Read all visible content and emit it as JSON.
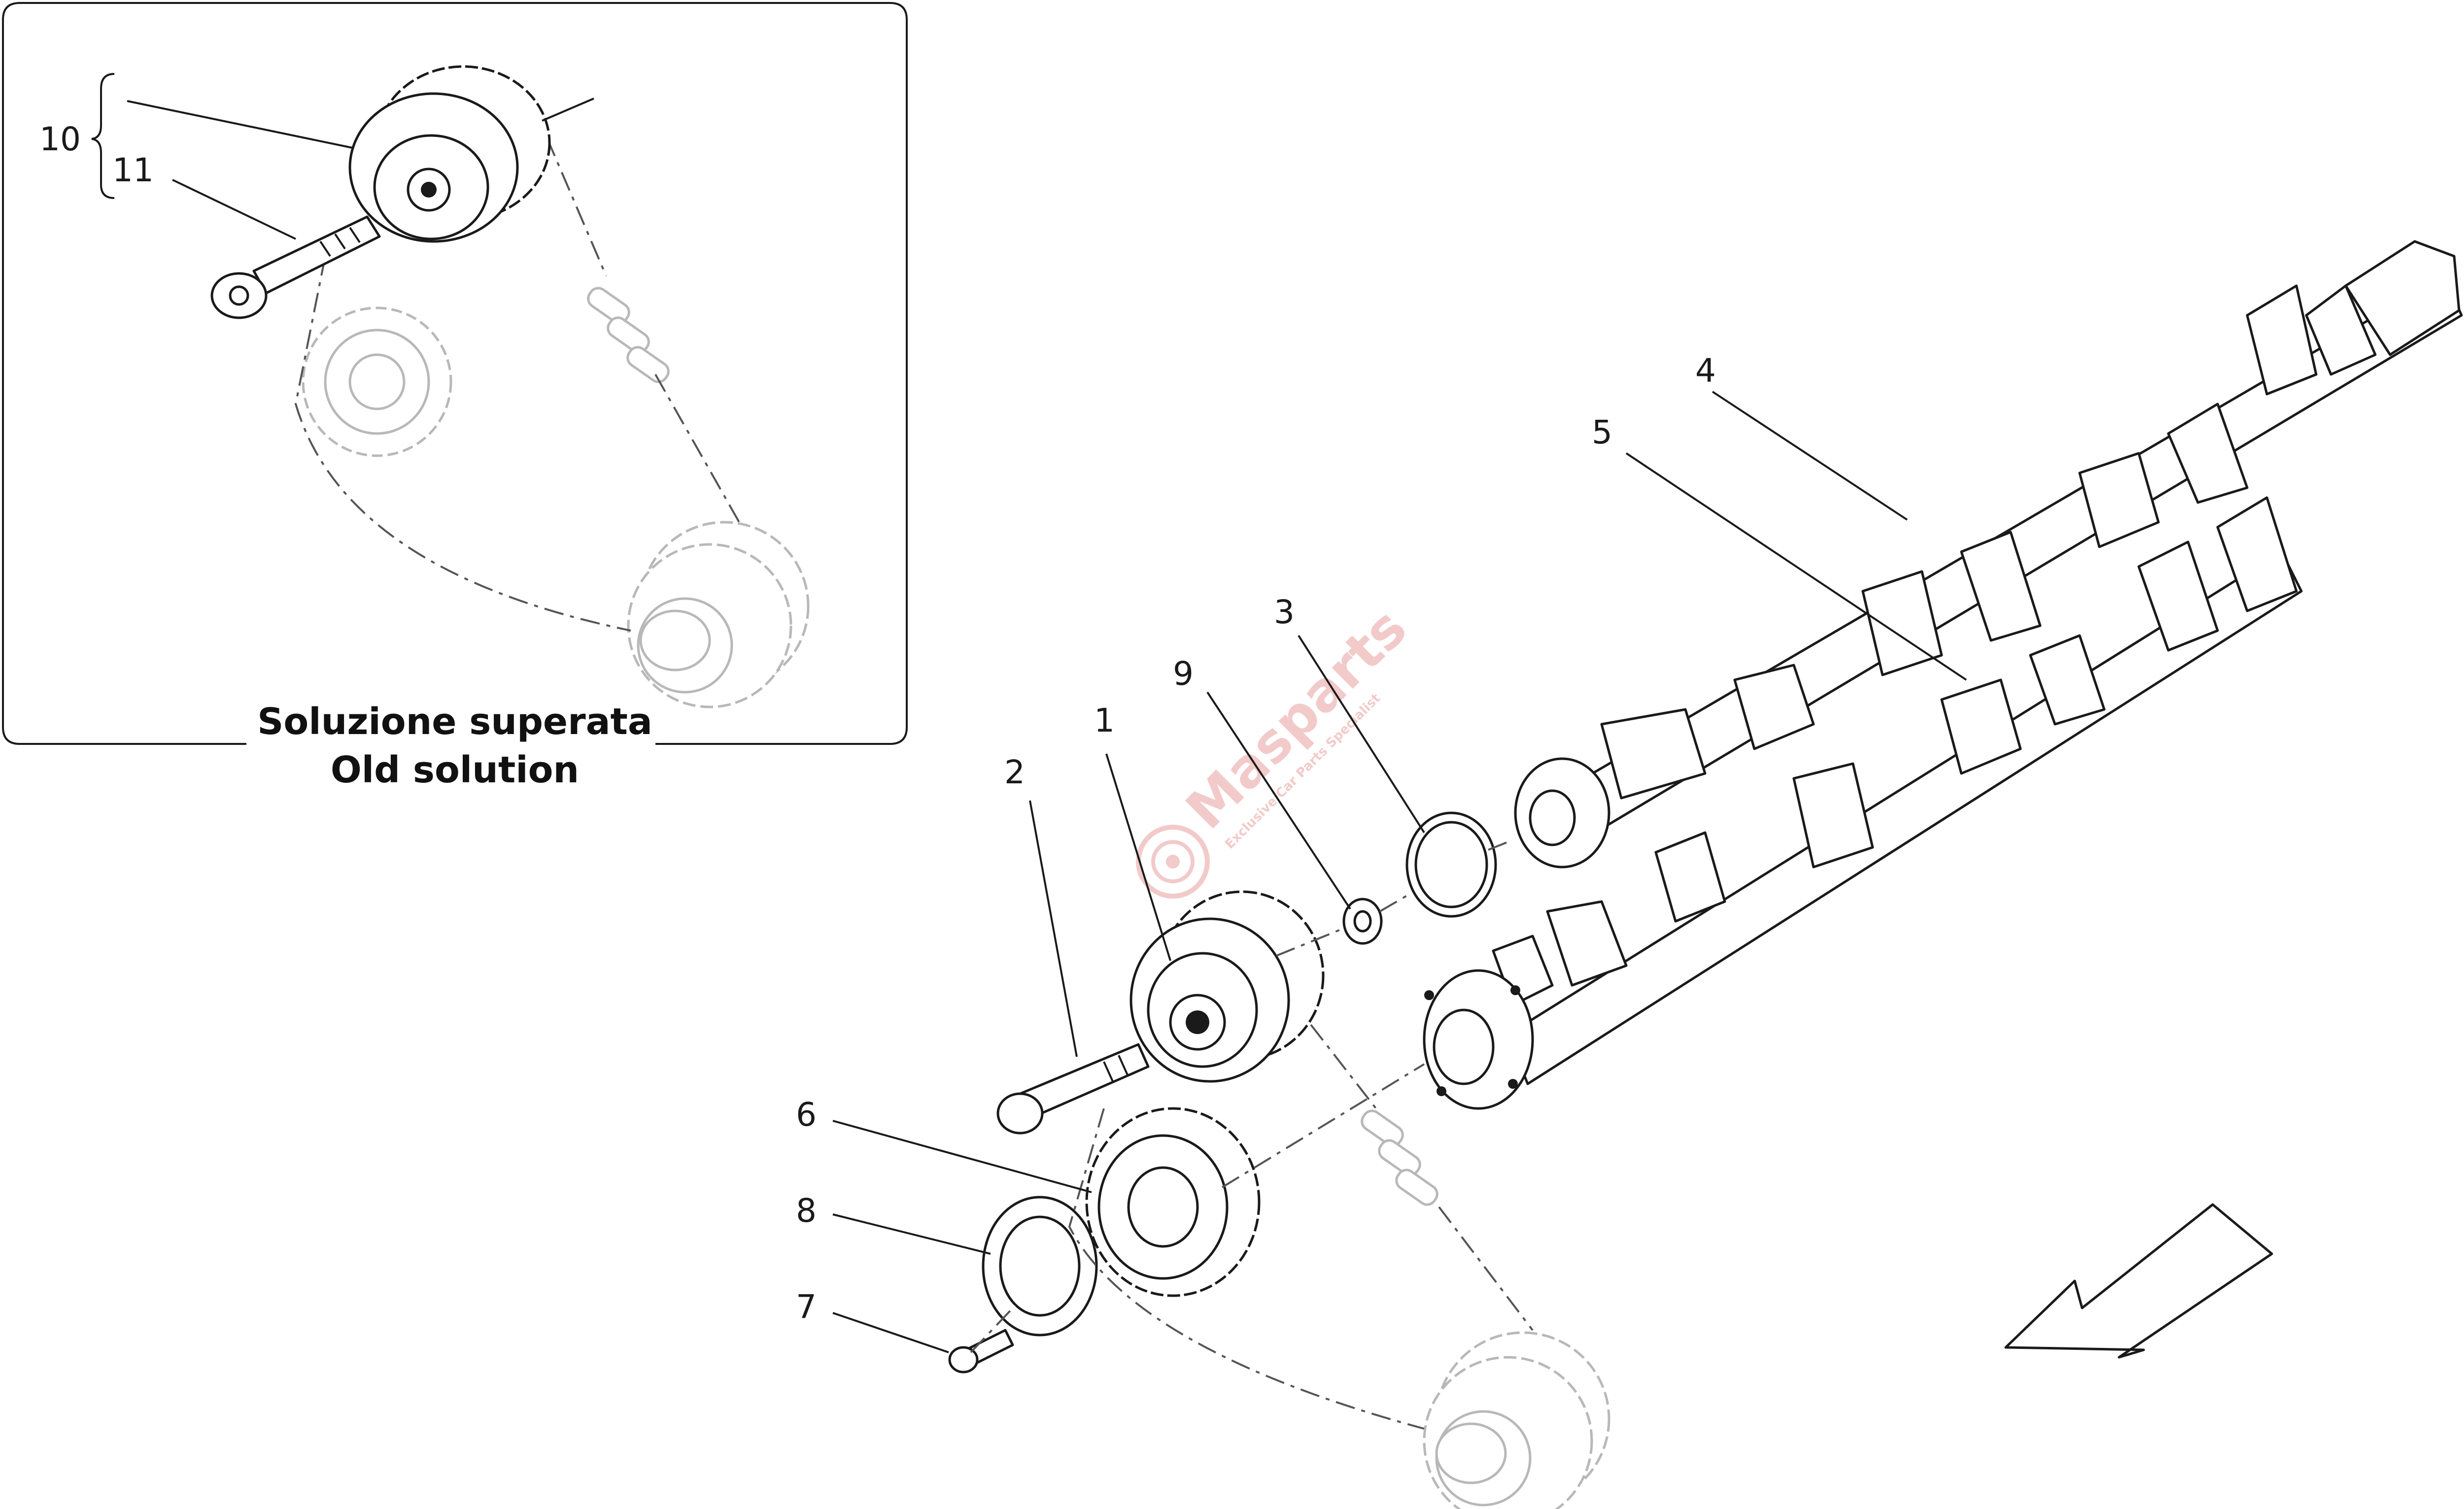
{
  "callouts": [
    "1",
    "2",
    "3",
    "4",
    "5",
    "6",
    "7",
    "8",
    "9",
    "10",
    "11"
  ],
  "inset": {
    "caption_line1": "Soluzione superata",
    "caption_line2": "Old solution"
  },
  "watermark": {
    "brand": "Masparts",
    "tagline": "Exclusive Car Parts Specialist"
  },
  "icons": [
    "direction-arrow-icon",
    "watermark-logo-icon"
  ],
  "colors": {
    "line": "#1a1a1a",
    "ghost_part": "#b8b8b8",
    "watermark": "#e8a0a0",
    "background": "#ffffff"
  }
}
